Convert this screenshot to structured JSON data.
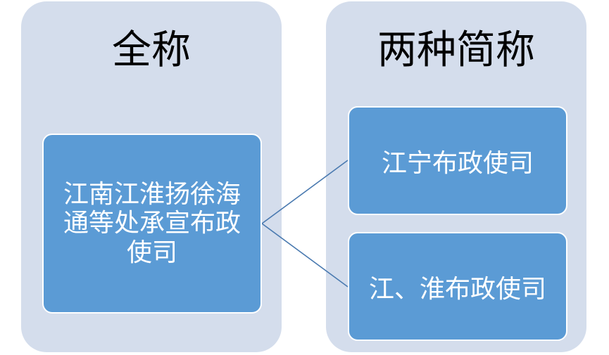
{
  "left_panel": {
    "title": "全称"
  },
  "right_panel": {
    "title": "两种简称"
  },
  "full_name": "江南江淮扬徐海通等处承宣布政使司",
  "abbreviations": [
    {
      "label": "江宁布政使司"
    },
    {
      "label": "江、淮布政使司"
    }
  ],
  "colors": {
    "panel_bg": "#d4ddec",
    "box_fill": "#5b9bd5",
    "box_text": "#ffffff",
    "connector": "#4a7ab0"
  }
}
